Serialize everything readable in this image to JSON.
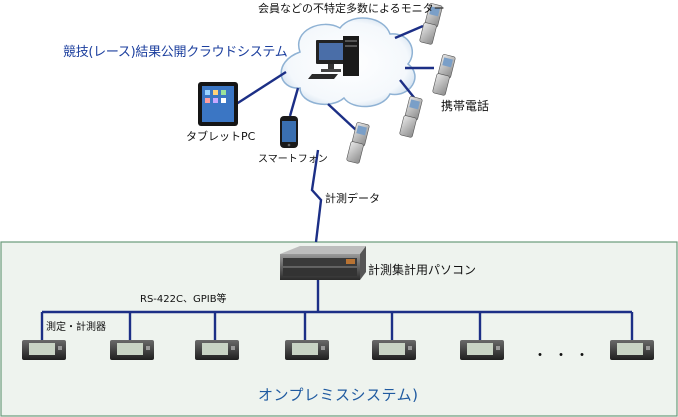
{
  "cloud": {
    "title": "競技(レース)結果公開クラウドシステム",
    "monitor_caption": "会員などの不特定多数によるモニター"
  },
  "devices": {
    "mobile_label": "携帯電話",
    "tablet_label": "タブレットPC",
    "smartphone_label": "スマートフォン"
  },
  "link": {
    "data_label": "計測データ"
  },
  "onprem": {
    "title": "オンプレミスシステム)",
    "pc_label": "計測集計用パソコン",
    "bus_label": "RS-422C、GPIB等",
    "instrument_label": "測定・計測器",
    "ellipsis": "・・・"
  },
  "colors": {
    "line_blue": "#1c2f86",
    "panel_bg": "#eef3ee",
    "panel_border": "#6a9a7a",
    "title_blue": "#1f5aa0"
  }
}
